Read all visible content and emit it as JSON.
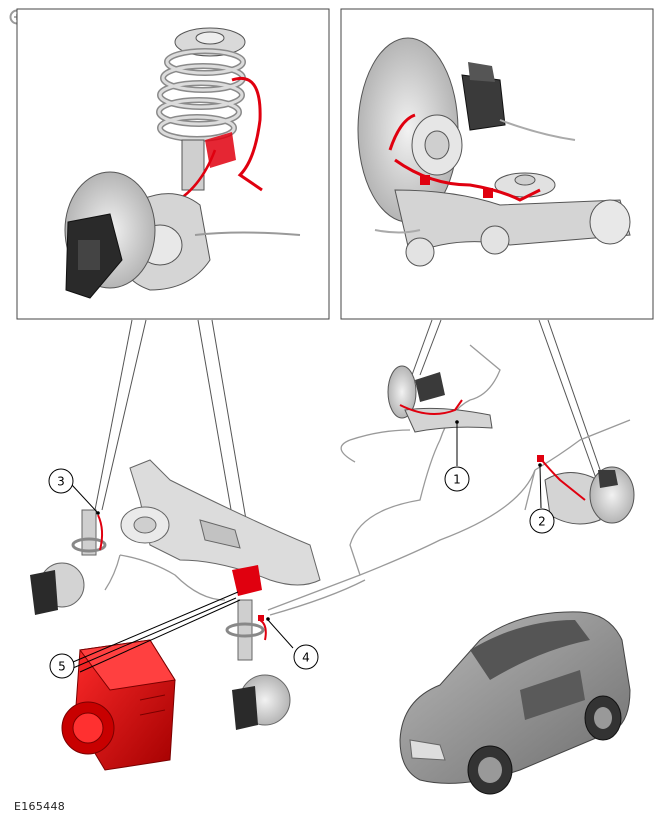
{
  "figure_id": "E165448",
  "callouts": [
    "1",
    "2",
    "3",
    "4",
    "5"
  ],
  "icons": {
    "zoom": "zoom-in-icon"
  },
  "colors": {
    "highlight": "#e0000f",
    "line": "#333333",
    "part_gray": "#c9c9c9",
    "panel_border": "#555555"
  }
}
